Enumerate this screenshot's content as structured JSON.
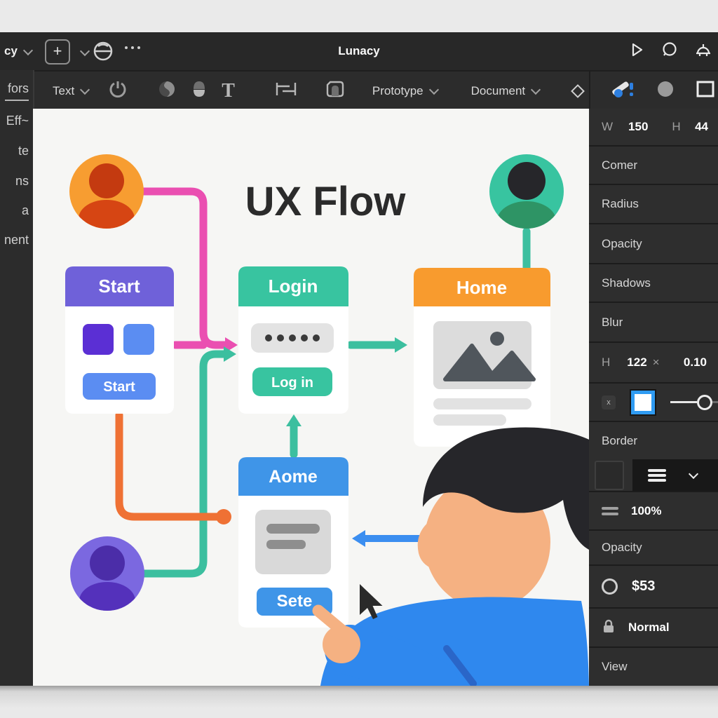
{
  "window": {
    "title": "Lunacy"
  },
  "titlebar": {
    "menu_truncated": "cy",
    "new_button": "+",
    "more_icon": "ellipsis",
    "right_icons": [
      "play-icon",
      "search-icon",
      "bell-icon"
    ]
  },
  "toolbar": {
    "text_tool": "Text",
    "prototype": "Prototype",
    "document": "Document",
    "icons": [
      "power-icon",
      "pen-icon",
      "shape-icon",
      "text-serif-icon",
      "text-align-icon",
      "frame-icon",
      "diamond-icon",
      "brush-icon",
      "ellipse-tool-icon",
      "rect-tool-icon"
    ]
  },
  "sidebar": {
    "items": [
      "fors",
      "Eff~",
      "te",
      "ns",
      "a",
      "nent"
    ]
  },
  "inspector": {
    "size_row": {
      "w_label": "W",
      "w_value": "150",
      "h_label": "H",
      "h_value": "44"
    },
    "rows": [
      "Comer",
      "Radius",
      "Opacity",
      "Shadows",
      "Blur"
    ],
    "dims_row": {
      "h_label": "H",
      "value": "122",
      "times": "×",
      "value2": "0.10"
    },
    "swatch_x": "x",
    "border_label": "Border",
    "border_percent": "100%",
    "opacity_label": "Opacity",
    "price_value": "$53",
    "blend_value": "Normal",
    "view_label": "View"
  },
  "canvas": {
    "title": "UX Flow",
    "cards": {
      "start": {
        "title": "Start",
        "button": "Start"
      },
      "login": {
        "title": "Login",
        "button": "Log in"
      },
      "home": {
        "title": "Home"
      },
      "settings": {
        "title": "Aome",
        "button": "Sete"
      }
    }
  },
  "colors": {
    "pink": "#ea4fb1",
    "teal": "#3cbf9f",
    "orange_line": "#ef7134",
    "blue_line": "#3b8ef0",
    "purple_header": "#6f61d9",
    "teal_header": "#38c4a0",
    "orange_header": "#f89b2e",
    "blue_header": "#3f95e8",
    "button_blue": "#5b8df2",
    "square_purple": "#5b2fd4",
    "avatar_orange": "#f79d31",
    "avatar_teal": "#38c4a0",
    "avatar_purple": "#7b68e0",
    "shirt_blue": "#2f88ee",
    "skin": "#f5b182",
    "hair": "#26262a",
    "canvas_bg": "#f6f6f4",
    "ui_dark": "#2b2b2b",
    "accent_blue": "#2f9bf2"
  }
}
